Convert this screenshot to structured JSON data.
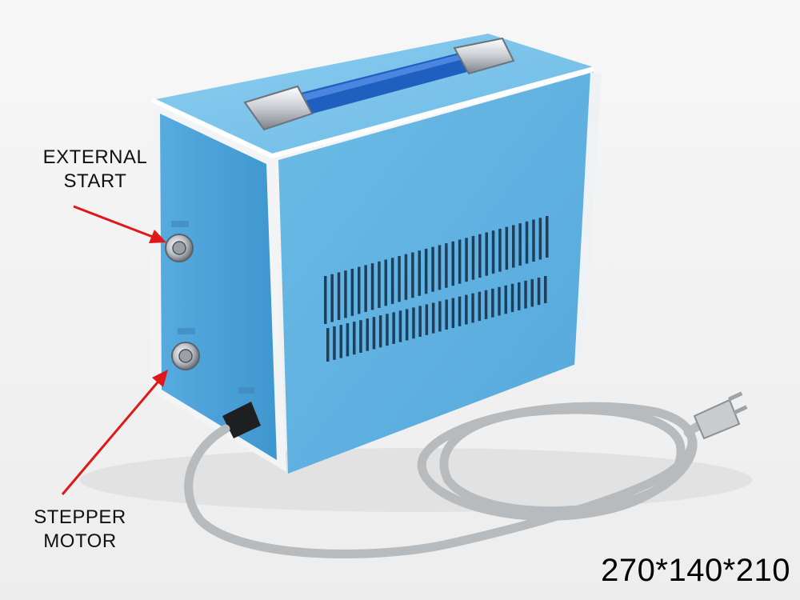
{
  "callouts": {
    "external_start": {
      "line1": "EXTERNAL",
      "line2": "START"
    },
    "stepper_motor": {
      "line1": "STEPPER",
      "line2": "MOTOR"
    }
  },
  "dimensions": "270*140*210",
  "colors": {
    "case_front": "#5fb1df",
    "case_side": "#4aa2d6",
    "case_top": "#76c1ea",
    "arrow": "#e01818",
    "cable": "#b8bbbe",
    "handle": "#1f5fbf"
  }
}
